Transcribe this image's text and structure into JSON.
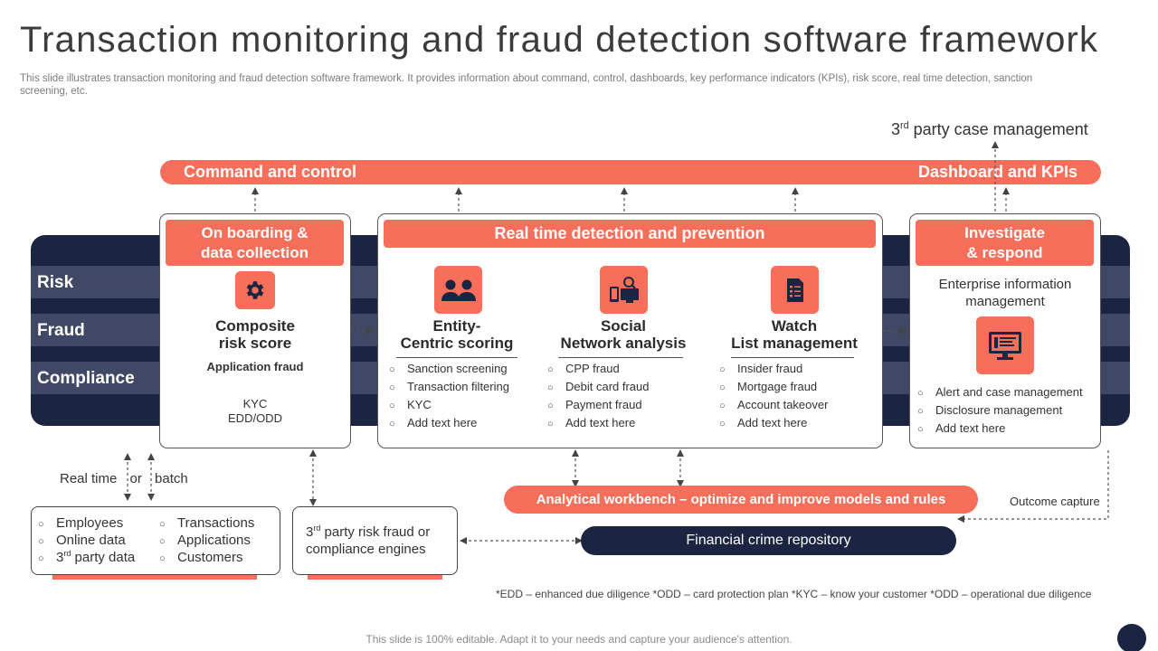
{
  "title": "Transaction monitoring and fraud detection software framework",
  "subtitle": "This slide illustrates transaction monitoring and fraud detection software framework. It provides information about command, control, dashboards, key performance indicators (KPIs), risk score, real time detection, sanction screening, etc.",
  "third_party_case": {
    "prefix": "3",
    "sup": "rd",
    "rest": " party case management"
  },
  "top_bar": {
    "left": "Command and control",
    "right": "Dashboard and KPIs"
  },
  "rows": [
    "Risk",
    "Fraud",
    "Compliance"
  ],
  "onboarding": {
    "header_line1": "On boarding &",
    "header_line2": "data collection",
    "icon": "gear-icon",
    "heading_line1": "Composite",
    "heading_line2": "risk score",
    "sub": "Application fraud",
    "kyc": "KYC",
    "edd": "EDD/ODD"
  },
  "realtime": {
    "header": "Real time detection and prevention",
    "columns": [
      {
        "icon": "people-icon",
        "line1": "Entity-",
        "line2": "Centric scoring",
        "items": [
          "Sanction screening",
          "Transaction filtering",
          "KYC",
          "Add text here"
        ]
      },
      {
        "icon": "network-search-icon",
        "line1": "Social",
        "line2": "Network analysis",
        "items": [
          "CPP fraud",
          "Debit card fraud",
          "Payment fraud",
          "Add text here"
        ]
      },
      {
        "icon": "checklist-icon",
        "line1": "Watch",
        "line2": "List management",
        "items": [
          "Insider fraud",
          "Mortgage fraud",
          "Account takeover",
          "Add text here"
        ]
      }
    ]
  },
  "investigate": {
    "header_line1": "Investigate",
    "header_line2": "& respond",
    "desc_line1": "Enterprise information",
    "desc_line2": "management",
    "icon": "monitor-dashboard-icon",
    "items": [
      "Alert and case management",
      "Disclosure management",
      "Add text here"
    ]
  },
  "realtime_batch": {
    "left": "Real time",
    "mid": "or",
    "right": "batch"
  },
  "data_sources": {
    "col1": [
      {
        "text": "Employees"
      },
      {
        "text": "Online data"
      },
      {
        "prefix": "3",
        "sup": "rd",
        "rest": " party data"
      }
    ],
    "col2": [
      "Transactions",
      "Applications",
      "Customers"
    ]
  },
  "third_party_risk": {
    "prefix": "3",
    "sup": "rd",
    "line1_rest": " party risk fraud or",
    "line2": "compliance engines"
  },
  "analytical": "Analytical workbench – optimize and improve models and rules",
  "repository": "Financial crime repository",
  "outcome": "Outcome capture",
  "footnote": "*EDD  – enhanced due diligence *ODD – card protection plan *KYC  – know your customer *ODD – operational due diligence",
  "footer": "This slide is 100% editable. Adapt it to your needs and capture your audience's attention.",
  "colors": {
    "accent": "#f76f5a",
    "navy": "#1b2440",
    "stripe": "#414866"
  }
}
